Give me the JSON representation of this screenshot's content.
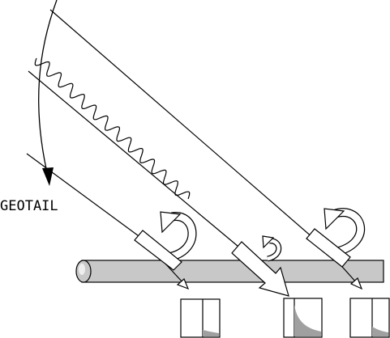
{
  "diagram": {
    "spacecraft_label": "GEOTAIL",
    "colors": {
      "stroke": "#000000",
      "background": "#ffffff",
      "plate_fill": "#c8c8c8",
      "shaded_region": "#a0a0a0"
    },
    "elements": [
      "field-line",
      "wave",
      "spacecraft-trajectory",
      "plasma-sheet-tube",
      "vortex-arrow",
      "flow-arrow",
      "distribution-panel"
    ]
  }
}
